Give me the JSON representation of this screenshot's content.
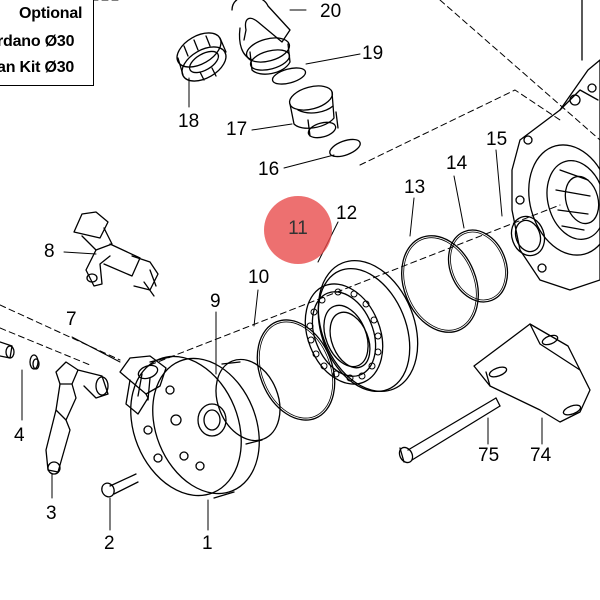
{
  "optional_note": {
    "lines": [
      "Optional",
      "rdano Ø30",
      "an Kit Ø30"
    ]
  },
  "callouts": {
    "c1": "1",
    "c2": "2",
    "c3": "3",
    "c4": "4",
    "c7": "7",
    "c8": "8",
    "c9": "9",
    "c10": "10",
    "c11": "11",
    "c12": "12",
    "c13": "13",
    "c14": "14",
    "c15": "15",
    "c16": "16",
    "c17": "17",
    "c18": "18",
    "c19": "19",
    "c20": "20",
    "c74": "74",
    "c75": "75"
  },
  "highlight": {
    "label": "11",
    "color": "#e84848"
  }
}
